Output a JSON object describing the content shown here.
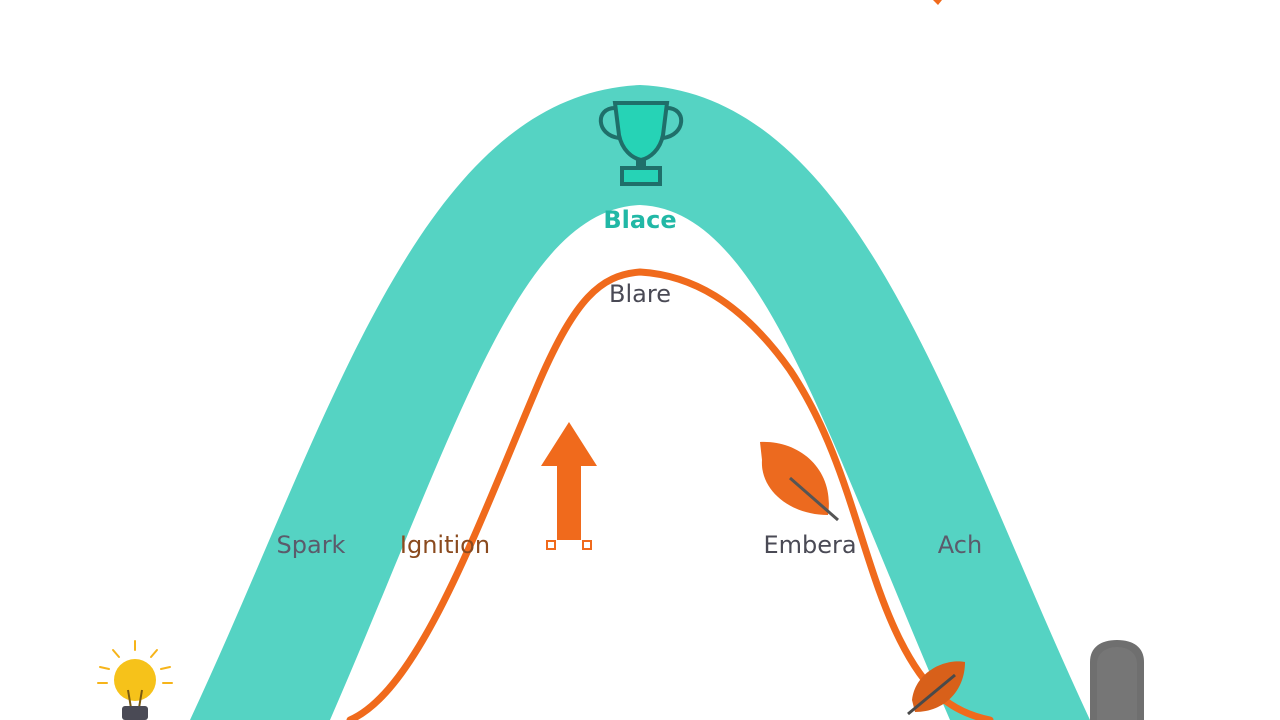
{
  "labels": {
    "peak_teal": "Blace",
    "peak_inner": "Blare",
    "spark": "Spark",
    "ignition": "Ignition",
    "embera": "Embera",
    "ash": "Ach"
  },
  "icons": {
    "start": "lightbulb-icon",
    "peak": "trophy-icon",
    "rise": "up-arrow-icon",
    "decline": "leaf-icon",
    "end": "tombstone-icon"
  },
  "colors": {
    "teal_band": "#55d3c3",
    "orange_curve": "#f06a1c",
    "trophy": "#26d3b6",
    "trophy_outline": "#1f6f6a",
    "bulb": "#f6c21a",
    "stone": "#6f6f6f"
  }
}
